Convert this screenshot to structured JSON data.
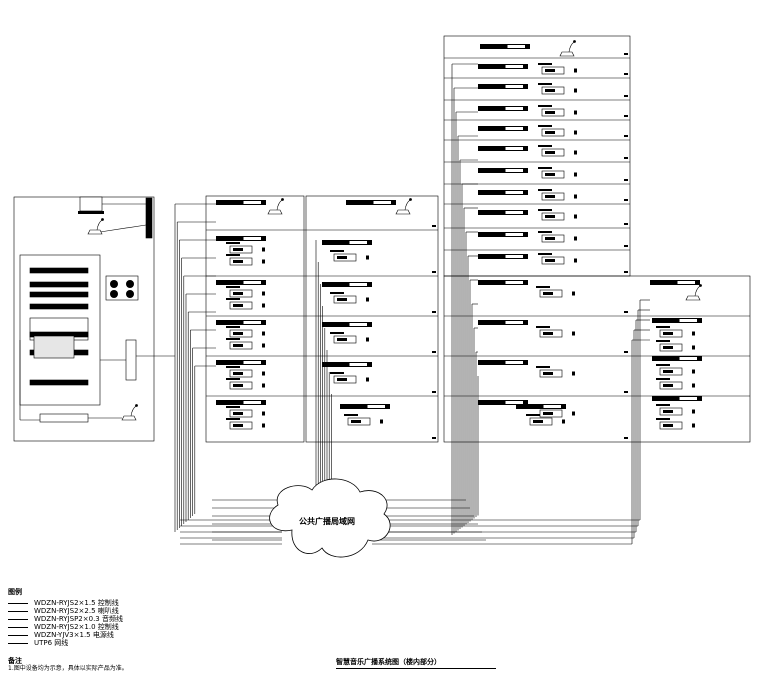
{
  "cloud": {
    "label": "公共广播局域网"
  },
  "legend": {
    "title": "图例",
    "items": [
      "WDZN-RYJS2×1.5 控制线",
      "WDZN-RYJS2×2.5 喇叭线",
      "WDZN-RYJSP2×0.3 音频线",
      "WDZN-RYJS2×1.0 控制线",
      "WDZN-YJV3×1.5 电源线",
      "UTP6 网线"
    ]
  },
  "notes": {
    "title": "备注",
    "lines": [
      "1.图中设备均为示意，具体以实际产品为准。"
    ]
  },
  "caption": "智慧音乐广播系统图（楼内部分）",
  "colors": {
    "line": "#000000",
    "background": "#ffffff"
  }
}
